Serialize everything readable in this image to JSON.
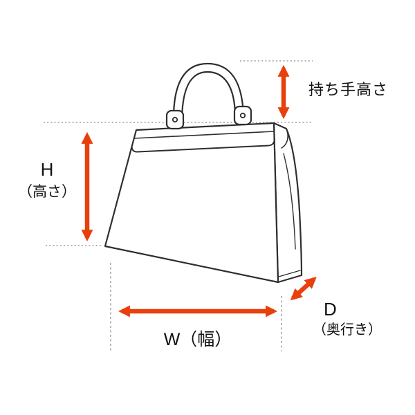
{
  "illustration": {
    "name": "handbag-outline-drawing",
    "type": "line-art"
  },
  "labels": {
    "handle_height": "持ち手高さ",
    "height_letter": "H",
    "height_caption": "（高さ）",
    "width": "W（幅）",
    "depth_letter": "D",
    "depth_caption": "（奥行き）"
  },
  "colors": {
    "arrow": "#E8400C",
    "outline": "#2E2E2E",
    "guide": "#9A9A9A",
    "text": "#111111",
    "background": "#FFFFFF"
  }
}
